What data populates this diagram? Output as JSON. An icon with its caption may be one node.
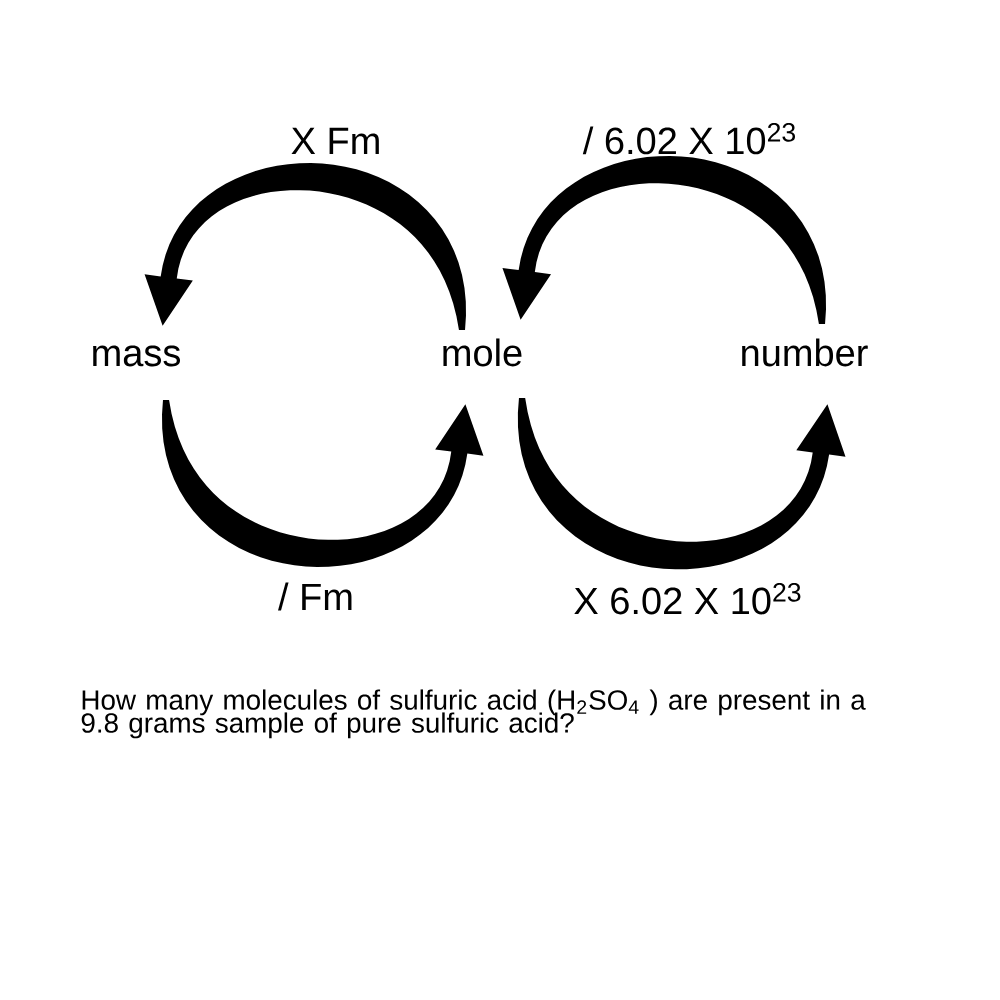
{
  "diagram": {
    "nodes": [
      {
        "text": [
          "mass"
        ]
      },
      {
        "text": [
          "mole"
        ]
      },
      {
        "text": [
          "number"
        ]
      }
    ],
    "edges": [
      {
        "from": 1,
        "to": 0,
        "arrow": "to",
        "label": "X Fm"
      },
      {
        "from": 2,
        "to": 1,
        "arrow": "to",
        "label": "/ 6.02 X 10$^{23}$"
      },
      {
        "from": 0,
        "to": 1,
        "arrow": "to",
        "label": "/ Fm"
      },
      {
        "from": 1,
        "to": 2,
        "arrow": "to",
        "label": "X 6.02 X 10$^{23}$"
      }
    ],
    "labels": [
      "How many molecules of sulfuric acid (H$_{2}$SO$_{4}$ ) are present in a 9.8 grams sample of pure sulfuric acid?"
    ]
  }
}
